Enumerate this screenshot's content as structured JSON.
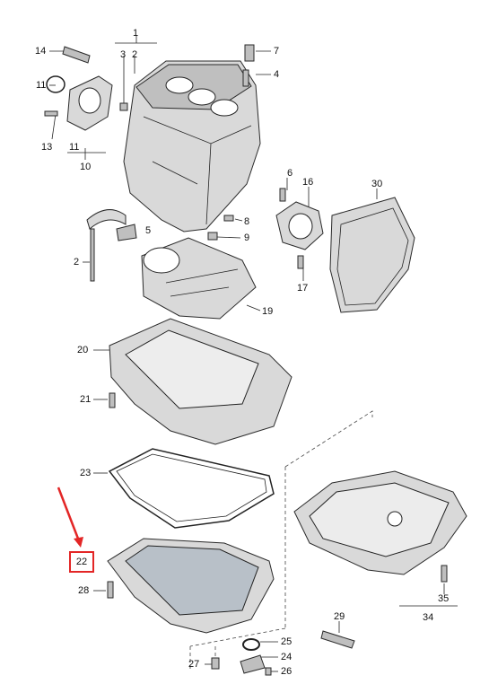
{
  "callouts": {
    "n1": "1",
    "n2a": "2",
    "n3": "3",
    "n4": "4",
    "n5": "5",
    "n6": "6",
    "n7": "7",
    "n8": "8",
    "n9": "9",
    "n10": "10",
    "n11a": "11",
    "n11b": "11",
    "n13": "13",
    "n14": "14",
    "n16": "16",
    "n17": "17",
    "n19": "19",
    "n2b": "2",
    "n20": "20",
    "n21": "21",
    "n23": "23",
    "n22": "22",
    "n28": "28",
    "n25": "25",
    "n24": "24",
    "n26": "26",
    "n27": "27",
    "n29": "29",
    "n30": "30",
    "n34": "34",
    "n35": "35"
  },
  "highlight": {
    "part": "22",
    "color": "#e32626"
  }
}
